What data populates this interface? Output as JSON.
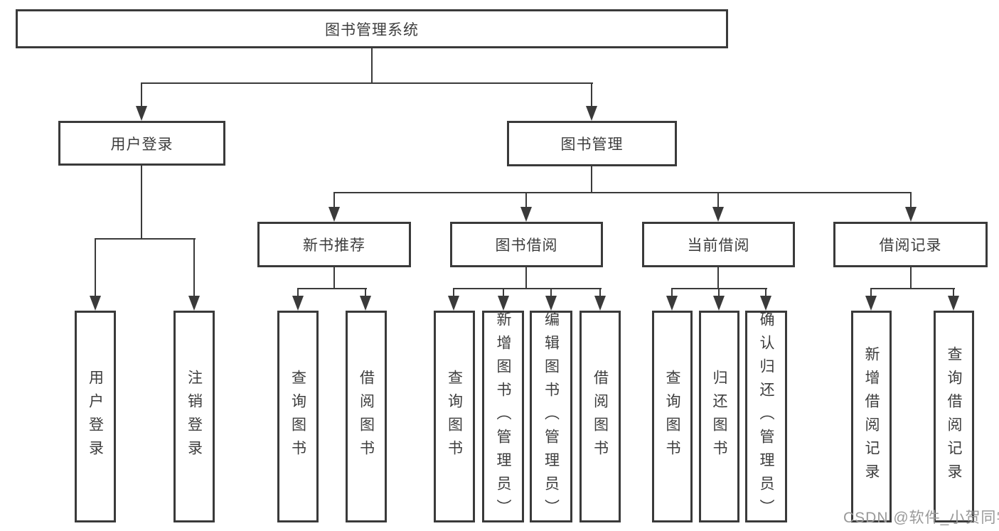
{
  "diagram": {
    "type": "tree",
    "root": {
      "label": "图书管理系统"
    },
    "level2": [
      {
        "label": "用户登录"
      },
      {
        "label": "图书管理"
      }
    ],
    "level3": [
      {
        "label": "新书推荐"
      },
      {
        "label": "图书借阅"
      },
      {
        "label": "当前借阅"
      },
      {
        "label": "借阅记录"
      }
    ],
    "leaves": {
      "user_login": [
        {
          "label": "用户登录"
        },
        {
          "label": "注销登录"
        }
      ],
      "new_book": [
        {
          "label": "查询图书"
        },
        {
          "label": "借阅图书"
        }
      ],
      "book_borrow": [
        {
          "label": "查询图书"
        },
        {
          "label": "新增图书（管理员）"
        },
        {
          "label": "编辑图书（管理员）"
        },
        {
          "label": "借阅图书"
        }
      ],
      "current_borrow": [
        {
          "label": "查询图书"
        },
        {
          "label": "归还图书"
        },
        {
          "label": "确认归还（管理员）"
        }
      ],
      "borrow_records": [
        {
          "label": "新增借阅记录"
        },
        {
          "label": "查询借阅记录"
        }
      ]
    }
  },
  "watermark": {
    "text": "CSDN @软件_小贺同学"
  },
  "colors": {
    "line": "#3a3a3a",
    "text": "#3d3d3d",
    "box_fill": "#ffffff",
    "watermark": "#999999"
  }
}
